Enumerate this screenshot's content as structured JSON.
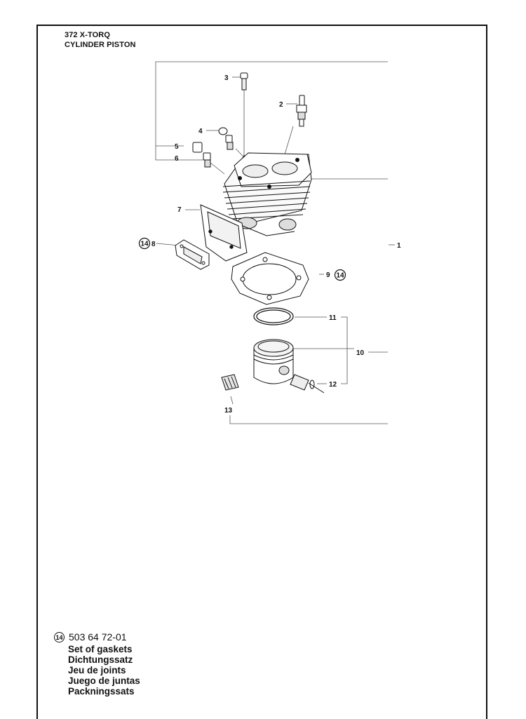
{
  "header": {
    "model": "372 X-TORQ",
    "section": "CYLINDER PISTON"
  },
  "callouts": {
    "c1": "1",
    "c2": "2",
    "c3": "3",
    "c4": "4",
    "c5": "5",
    "c6": "6",
    "c7": "7",
    "c8": "8",
    "c9": "9",
    "c10": "10",
    "c11": "11",
    "c12": "12",
    "c13": "13",
    "kit_ref_a": "14",
    "kit_ref_b": "14"
  },
  "kit": {
    "ref": "14",
    "part_number": "503 64 72-01",
    "names": [
      "Set of gaskets",
      "Dichtungssatz",
      "Jeu de joints",
      "Juego de juntas",
      "Packningssats"
    ]
  }
}
